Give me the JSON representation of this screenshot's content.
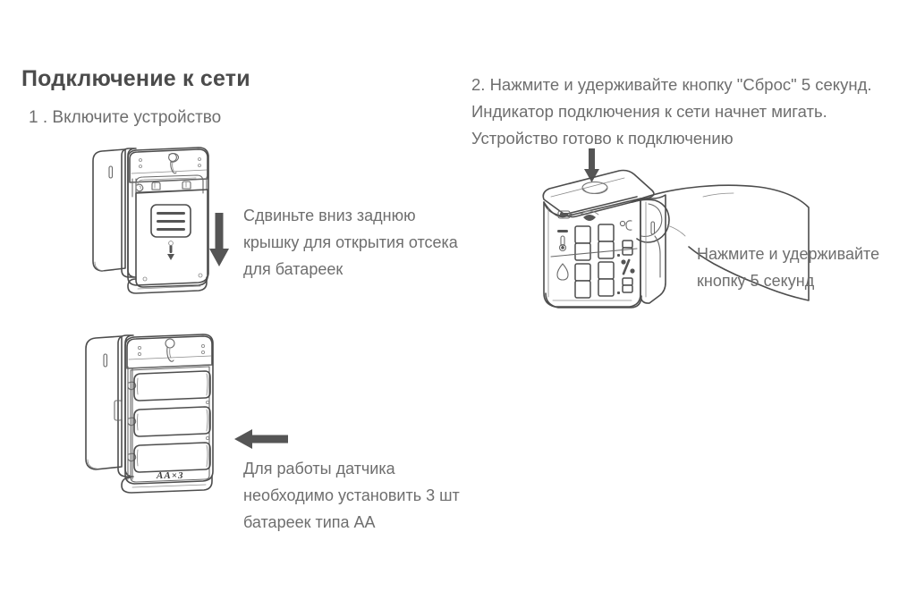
{
  "document": {
    "language": "ru",
    "background_color": "#ffffff",
    "heading_color": "#4b4b4b",
    "body_text_color": "#6e6e6e",
    "line_art_color": "#4d4d4d"
  },
  "heading": "Подключение к сети",
  "steps": {
    "step1_label": "1 . Включите устройство",
    "step2_text": "2. Нажмите и удерживайте кнопку \"Сброс\" 5 секунд. Индикатор подключения к сети начнет мигать. Устройство готово к подключению"
  },
  "captions": {
    "slide_cover": "Сдвиньте вниз заднюю крышку для открытия отсека для батареек",
    "battery_requirement": "Для работы датчика необходимо установить 3 шт батареек типа АА",
    "press_and_hold": "Нажмите и удерживайте кнопку 5 секунд"
  },
  "illustrations": {
    "device_back_cover": {
      "name": "Задняя крышка устройства",
      "vent_slots": 3,
      "has_hanger_hole": true,
      "slide_direction": "down"
    },
    "battery_compartment": {
      "name": "Отсек для батареек",
      "battery_count": 3,
      "battery_type": "AA",
      "battery_label": "AA×3"
    },
    "sensor_with_hand": {
      "name": "Датчик температуры и влажности с рукой",
      "button": "Сброс",
      "press_direction": "down"
    }
  },
  "lcd_display": {
    "battery_icon": "battery-icon",
    "wifi_icon": "wifi-icon",
    "temperature_icon": "thermometer-icon",
    "temperature_unit": "°C",
    "humidity_icon": "water-drop-icon",
    "humidity_unit": "%",
    "temperature_digits": "88.8",
    "humidity_digits": "88.8"
  },
  "arrows": {
    "cover_down": {
      "direction": "down",
      "color": "#555555"
    },
    "battery_left": {
      "direction": "left",
      "color": "#555555"
    },
    "press_down": {
      "direction": "down",
      "color": "#555555"
    }
  }
}
